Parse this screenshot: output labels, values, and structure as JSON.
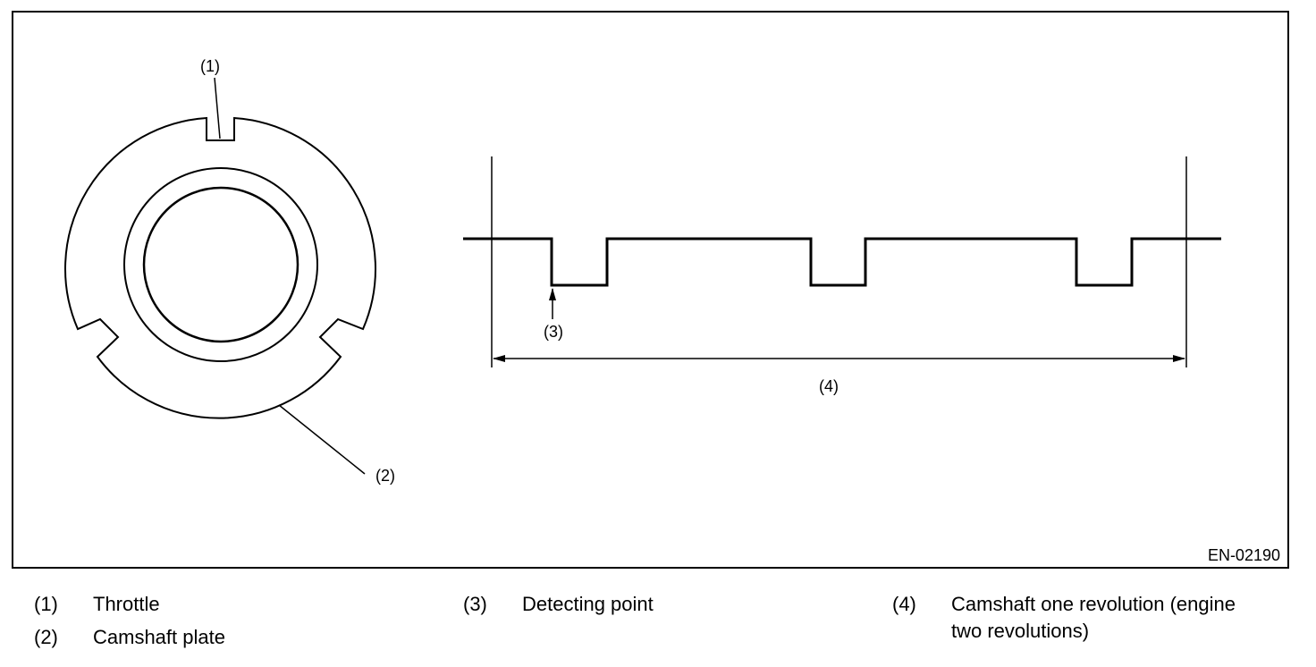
{
  "figure": {
    "code": "EN-02190",
    "callouts": {
      "throttle": "(1)",
      "camshaft_plate": "(2)",
      "detecting_point": "(3)",
      "one_revolution": "(4)"
    }
  },
  "legend": {
    "items": [
      {
        "num": "(1)",
        "text": "Throttle"
      },
      {
        "num": "(2)",
        "text": "Camshaft plate"
      },
      {
        "num": "(3)",
        "text": "Detecting point"
      },
      {
        "num": "(4)",
        "line1": "Camshaft one revolution (engine",
        "line2": "two revolutions)"
      }
    ]
  }
}
